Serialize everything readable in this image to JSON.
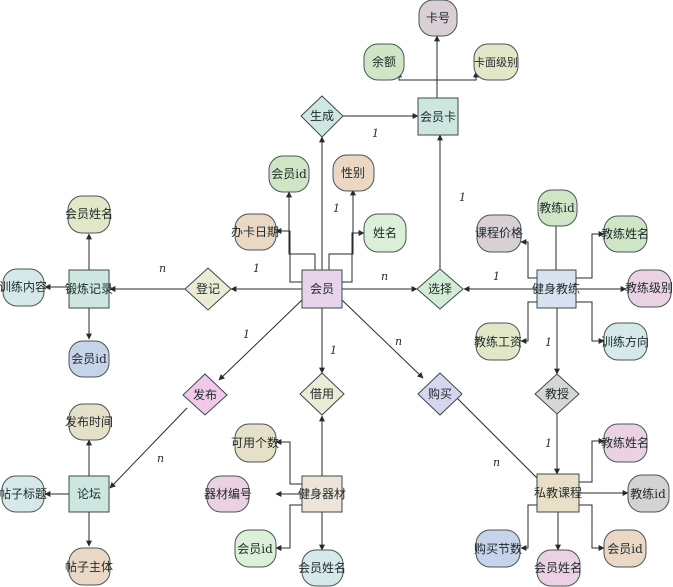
{
  "entities": {
    "member": "会员",
    "card": "会员卡",
    "training_log": "锻炼记录",
    "forum": "论坛",
    "equipment": "健身器材",
    "coach": "健身教练",
    "private_course": "私教课程"
  },
  "relations": {
    "generate": "生成",
    "register": "登记",
    "select": "选择",
    "post": "发布",
    "borrow": "借用",
    "buy": "购买",
    "teach": "教授"
  },
  "attributes": {
    "card_no": "卡号",
    "balance": "余额",
    "card_level": "卡面级别",
    "member_id": "会员id",
    "gender": "性别",
    "card_date": "办卡日期",
    "name": "姓名",
    "log_member_name": "会员姓名",
    "log_content": "训练内容",
    "log_member_id": "会员id",
    "post_time": "发布时间",
    "post_title": "帖子标题",
    "post_body": "帖子主体",
    "eq_available": "可用个数",
    "eq_code": "器材编号",
    "eq_member_id": "会员id",
    "eq_member_name": "会员姓名",
    "course_price": "课程价格",
    "coach_id": "教练id",
    "coach_name": "教练姓名",
    "coach_level": "教练级别",
    "coach_salary": "教练工资",
    "train_dir": "训练方向",
    "pc_coach_name": "教练姓名",
    "pc_coach_id": "教练id",
    "pc_member_id": "会员id",
    "pc_buy_count": "购买节数",
    "pc_member_name": "会员姓名"
  },
  "cardinality": {
    "gen_card": "1",
    "gen_member": "1",
    "reg_member": "1",
    "reg_log": "n",
    "sel_member": "n",
    "sel_card": "1",
    "sel_coach": "1",
    "post_member": "1",
    "post_forum": "n",
    "borrow_member": "1",
    "buy_member": "n",
    "buy_course": "n",
    "teach_coach": "1",
    "teach_course": "1"
  },
  "colors": {
    "entity_teal": "#cde6df",
    "entity_member": "#e7d3ec",
    "entity_coach": "#d6e2ef",
    "entity_course": "#e8dfc6",
    "entity_equipment": "#eee5d8",
    "relation_teal": "#cfe7e3",
    "relation_green": "#d3ecd6",
    "relation_pink": "#f0c8ea",
    "relation_cream": "#ecebd6",
    "relation_purple": "#d6d6ef",
    "relation_gray": "#d7d6d6",
    "attr_green": "#cfe6c6",
    "attr_lavender": "#d9d0d6",
    "attr_tan": "#ead8c5",
    "attr_mint": "#dcefd9",
    "attr_blue": "#c7d3ea",
    "attr_teal": "#d5e8ea",
    "attr_pink": "#ead1e4",
    "attr_gray": "#d3d3d3",
    "attr_olive": "#e2e7c8",
    "attr_khaki": "#e5e0c8"
  }
}
